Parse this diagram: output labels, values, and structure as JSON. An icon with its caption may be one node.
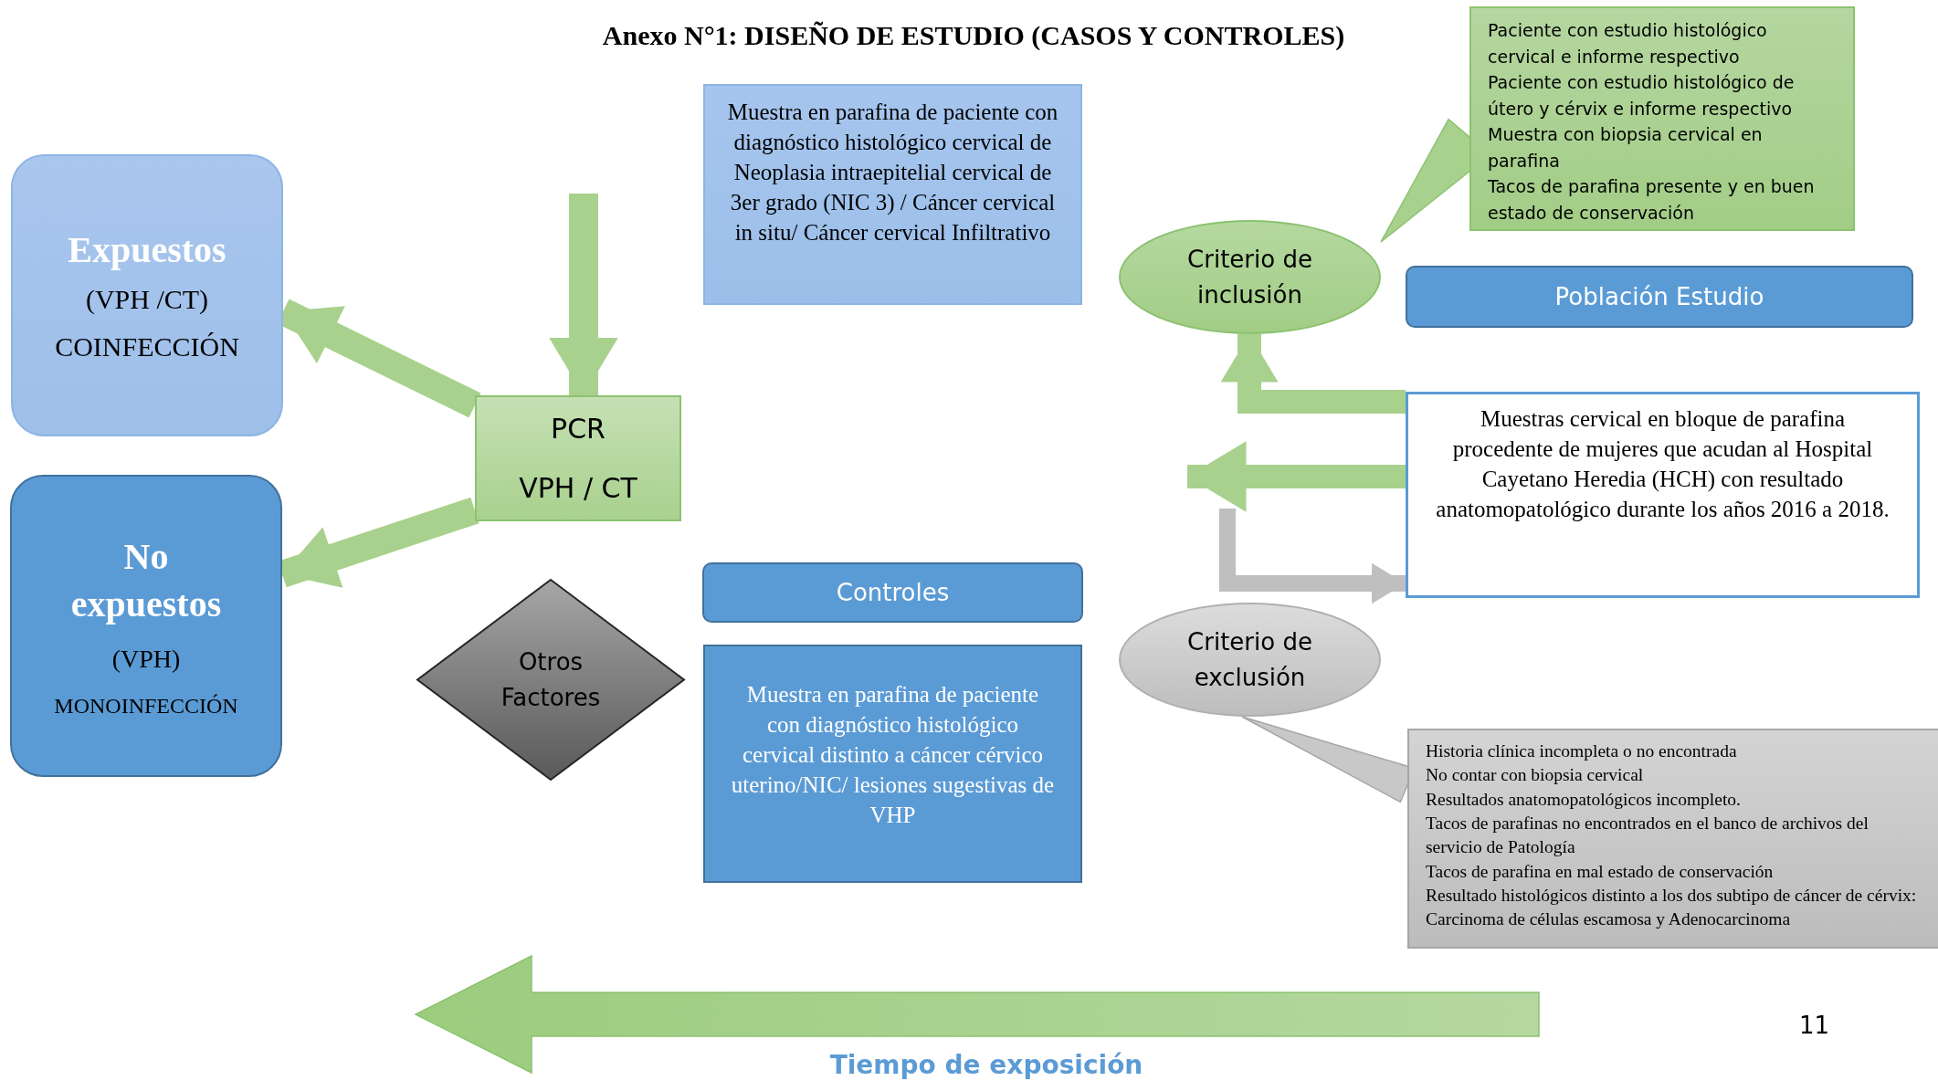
{
  "diagram": {
    "title": "Anexo N°1: DISEÑO DE ESTUDIO (CASOS Y CONTROLES)",
    "nodes": [
      {
        "text": [
          "Expuestos",
          "(VPH /CT)",
          "COINFECCIÓN"
        ]
      },
      {
        "text": [
          "No expuestos",
          "(VPH)",
          "MONOINFECCIÓN"
        ]
      },
      {
        "text": [
          "PCR",
          "VPH / CT"
        ]
      },
      {
        "text": [
          "Otros Factores"
        ]
      },
      {
        "text": [
          "Muestra en parafina de paciente con diagnóstico histológico cervical de Neoplasia intraepitelial cervical de 3er grado (NIC 3) / Cáncer cervical in situ/ Cáncer cervical Infiltrativo"
        ]
      },
      {
        "text": [
          "Controles"
        ]
      },
      {
        "text": [
          "Muestra en parafina de paciente con diagnóstico histológico cervical distinto a cáncer cérvico uterino/NIC/ lesiones sugestivas de VHP"
        ]
      },
      {
        "text": [
          "Criterio de inclusión"
        ]
      },
      {
        "text": [
          "Paciente con estudio histológico cervical e informe respectivo",
          "Paciente con estudio histológico de útero y cérvix e informe respectivo",
          "Muestra con biopsia cervical en parafina",
          "Tacos de parafina presente y en buen estado de conservación"
        ]
      },
      {
        "text": [
          "Población Estudio"
        ]
      },
      {
        "text": [
          "Muestras cervical en bloque de parafina procedente de mujeres que acudan al Hospital Cayetano Heredia (HCH) con resultado anatomopatológico durante los años 2016 a 2018."
        ]
      },
      {
        "text": [
          "Criterio de exclusión"
        ]
      },
      {
        "text": [
          "Historia clínica incompleta o no encontrada",
          "No contar con biopsia cervical",
          "Resultados anatomopatológicos incompleto.",
          "Tacos de parafinas no encontrados en el banco de archivos del servicio de Patología",
          "Tacos de parafina en mal estado de conservación",
          "Resultado histológicos distinto a los dos subtipo de cáncer de cérvix: Carcinoma de células escamosa y Adenocarcinoma"
        ]
      }
    ],
    "edges": [
      {
        "from": null,
        "to": 2,
        "arrow": "to"
      },
      {
        "from": 2,
        "to": 0,
        "arrow": "to"
      },
      {
        "from": 2,
        "to": 1,
        "arrow": "to"
      },
      {
        "from": 10,
        "to": 7,
        "arrow": "to"
      },
      {
        "from": 10,
        "to": null,
        "arrow": "to"
      },
      {
        "from": null,
        "to": 10,
        "arrow": "to",
        "color": "#bfbfbf"
      },
      {
        "from": 8,
        "to": 7,
        "arrow": "none"
      },
      {
        "from": 12,
        "to": 11,
        "arrow": "none",
        "color": "#c8c8c8"
      }
    ],
    "labels": [
      "Tiempo de exposición",
      "11"
    ]
  }
}
